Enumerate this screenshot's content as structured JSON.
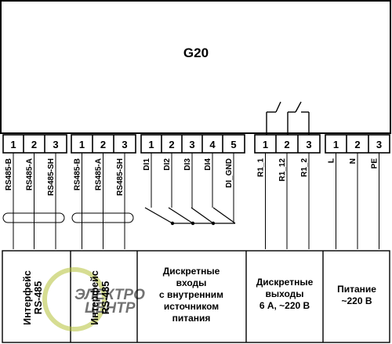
{
  "module": {
    "title": "G20"
  },
  "terminal_groups": [
    {
      "id": "rs485-1",
      "pins": [
        "1",
        "2",
        "3"
      ],
      "signals": [
        "RS485-B",
        "RS485-A",
        "RS485-SH"
      ],
      "legend": [
        "Интерфейс",
        "RS-485"
      ]
    },
    {
      "id": "rs485-2",
      "pins": [
        "1",
        "2",
        "3"
      ],
      "signals": [
        "RS485-B",
        "RS485-A",
        "RS485-SH"
      ],
      "legend": [
        "Интерфейс",
        "RS-485"
      ]
    },
    {
      "id": "discrete-inputs",
      "pins": [
        "1",
        "2",
        "3",
        "4",
        "5"
      ],
      "signals": [
        "DI1",
        "DI2",
        "DI3",
        "DI4",
        "DI_GND"
      ],
      "legend": [
        "Дискретные",
        "входы",
        "с внутренним",
        "источником",
        "питания"
      ]
    },
    {
      "id": "discrete-outputs",
      "pins": [
        "1",
        "2",
        "3"
      ],
      "signals": [
        "R1_1",
        "R1_12",
        "R1_2"
      ],
      "legend": [
        "Дискретные",
        "выходы",
        "6 А, ~220 В"
      ]
    },
    {
      "id": "power",
      "pins": [
        "1",
        "2",
        "3"
      ],
      "signals": [
        "L",
        "N",
        "PE"
      ],
      "legend": [
        "Питание",
        "~220 В"
      ]
    }
  ],
  "watermark": {
    "line1": "ЭЛЕКТРО",
    "line2": "ЦЕНТР"
  },
  "colors": {
    "line": "#000000",
    "background": "#ffffff",
    "watermark": "#b5c23a"
  }
}
